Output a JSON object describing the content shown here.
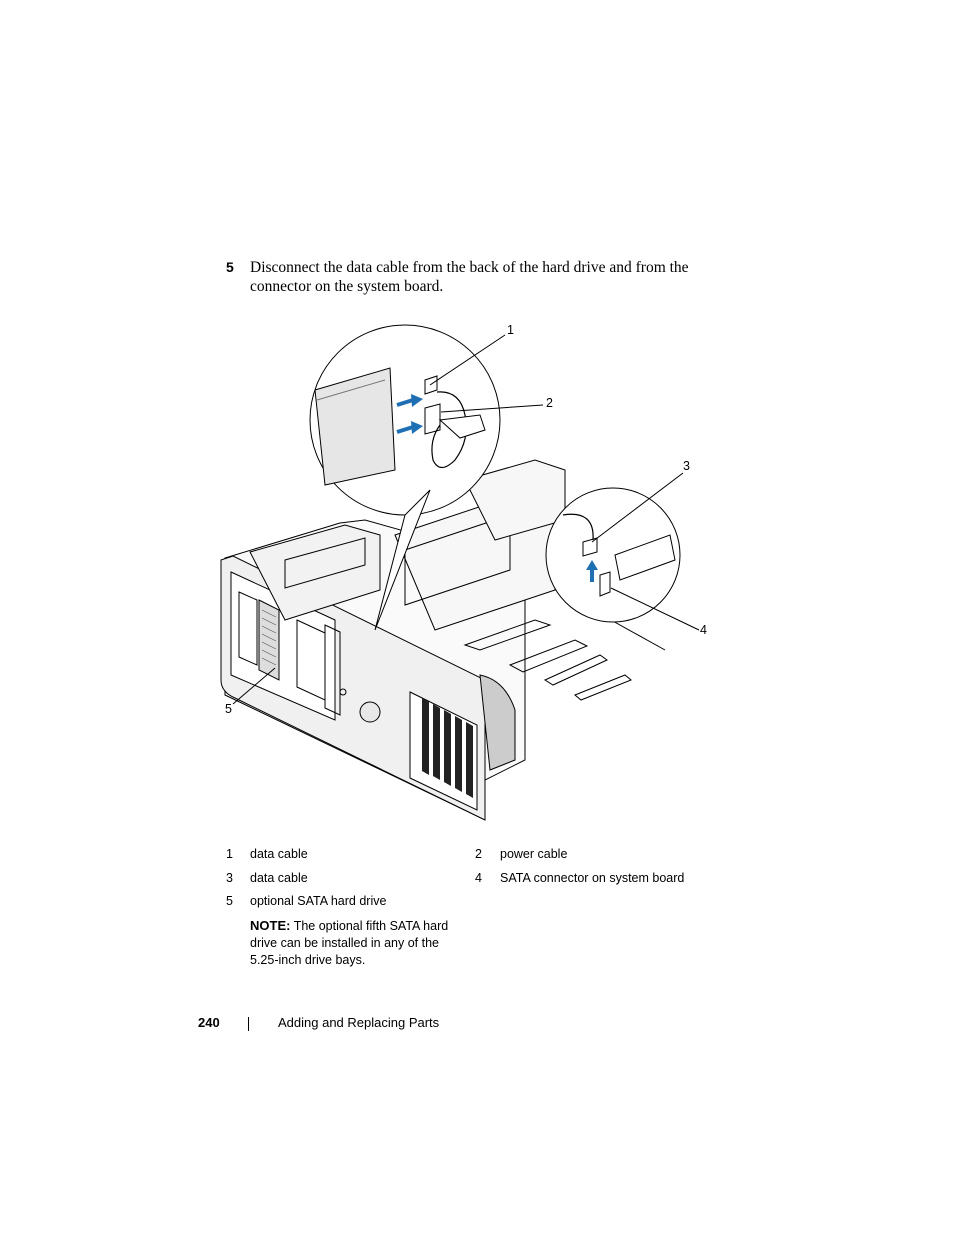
{
  "step": {
    "number": "5",
    "text": "Disconnect the data cable from the back of the hard drive and from the connector on the system board."
  },
  "figure": {
    "callouts": [
      "1",
      "2",
      "3",
      "4",
      "5"
    ],
    "arrow_color": "#1f6fb5"
  },
  "legend": {
    "rows": [
      {
        "n1": "1",
        "t1": "data cable",
        "n2": "2",
        "t2": "power cable"
      },
      {
        "n1": "3",
        "t1": "data cable",
        "n2": "4",
        "t2": "SATA connector on system board"
      },
      {
        "n1": "5",
        "t1": "optional SATA hard drive"
      }
    ],
    "note_label": "NOTE:",
    "note_text": "The optional fifth SATA hard drive can be installed in any of the 5.25-inch drive bays."
  },
  "footer": {
    "page_number": "240",
    "section_title": "Adding and Replacing Parts"
  }
}
